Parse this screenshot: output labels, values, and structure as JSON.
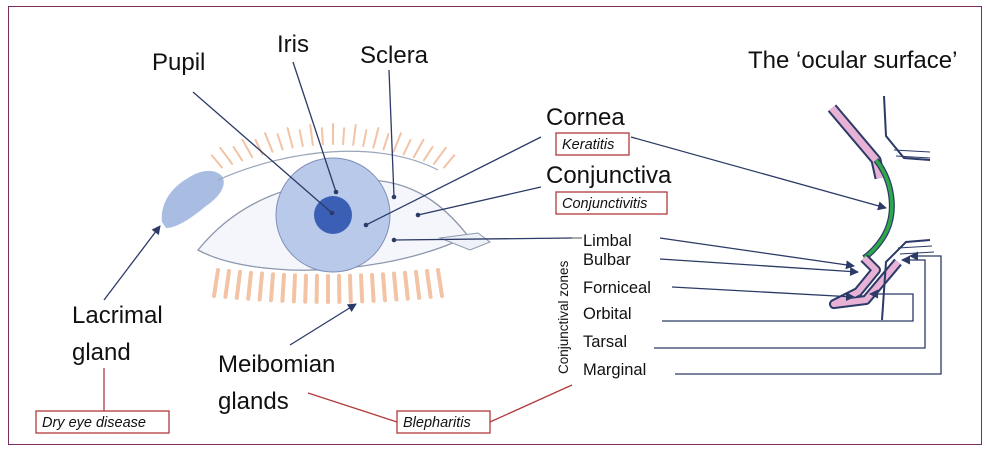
{
  "labels": {
    "pupil": "Pupil",
    "iris": "Iris",
    "sclera": "Sclera",
    "cornea": "Cornea",
    "conjunctiva": "Conjunctiva",
    "lacrimal_gland_line1": "Lacrimal",
    "lacrimal_gland_line2": "gland",
    "meibomian_line1": "Meibomian",
    "meibomian_line2": "glands",
    "ocular_surface_title": "The ‘ocular surface’"
  },
  "conditions": {
    "keratitis": "Keratitis",
    "conjunctivitis": "Conjunctivitis",
    "dry_eye": "Dry eye disease",
    "blepharitis": "Blepharitis"
  },
  "conjunctival_zones": {
    "axis_label": "Conjunctival zones",
    "items": [
      "Limbal",
      "Bulbar",
      "Forniceal",
      "Orbital",
      "Tarsal",
      "Marginal"
    ]
  },
  "colors": {
    "frame": "#7a2d5e",
    "pointer": "#2b3a66",
    "condition_border": "#b23a3a",
    "iris": "#b9c9ea",
    "pupil": "#3a5fb5",
    "lacrimal": "#a9bde3",
    "lashes": "#f2c3a4",
    "cornea_green": "#2ea84a",
    "conjunctiva_pink": "#e7b2d6"
  }
}
